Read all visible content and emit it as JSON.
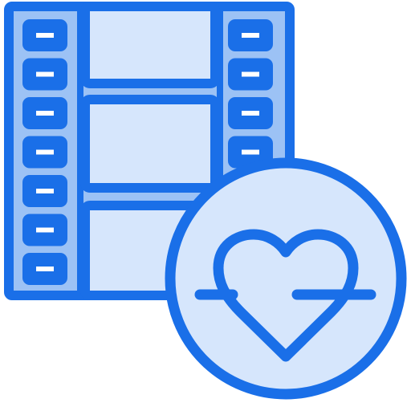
{
  "icon": {
    "name": "film-strip-heart-icon",
    "film_frames": [
      "film-frame-1",
      "film-frame-2",
      "film-frame-3"
    ],
    "left_perforations": 7,
    "right_perforations": 4,
    "badge": "heart-badge"
  },
  "colors": {
    "outline": "#1a6fe8",
    "strip_fill": "#9cc2f5",
    "frame_fill": "#d6e6fc",
    "badge_fill": "#d6e6fc",
    "hole_fill": "#1a6fe8",
    "hole_mark": "#ffffff"
  }
}
